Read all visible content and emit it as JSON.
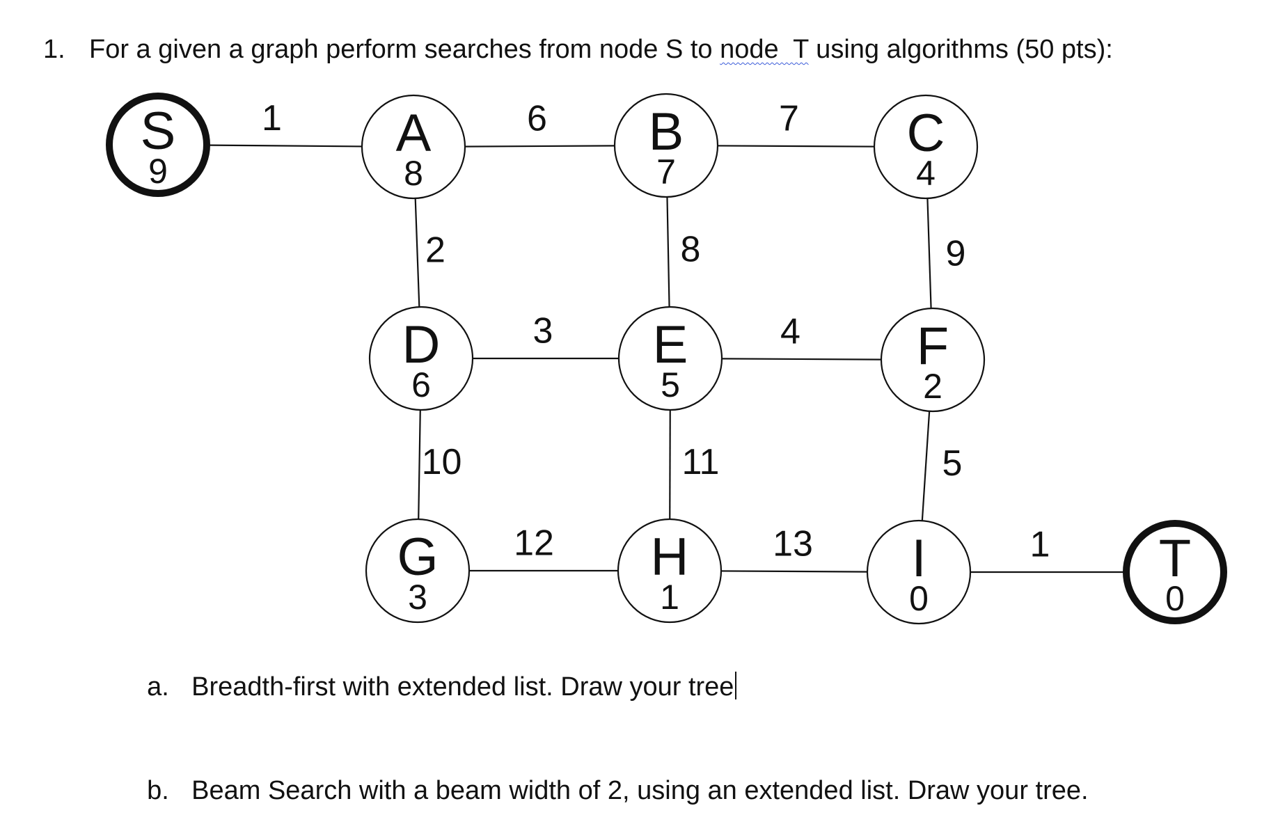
{
  "question": {
    "number": "1.",
    "text_before": "For a given a graph perform searches from node S to ",
    "text_squiggle": "node  T",
    "text_after": " using algorithms (50 pts):"
  },
  "graph": {
    "nodes": [
      {
        "id": "S",
        "label": "S",
        "h": "9",
        "endpoint": true
      },
      {
        "id": "A",
        "label": "A",
        "h": "8",
        "endpoint": false
      },
      {
        "id": "B",
        "label": "B",
        "h": "7",
        "endpoint": false
      },
      {
        "id": "C",
        "label": "C",
        "h": "4",
        "endpoint": false
      },
      {
        "id": "D",
        "label": "D",
        "h": "6",
        "endpoint": false
      },
      {
        "id": "E",
        "label": "E",
        "h": "5",
        "endpoint": false
      },
      {
        "id": "F",
        "label": "F",
        "h": "2",
        "endpoint": false
      },
      {
        "id": "G",
        "label": "G",
        "h": "3",
        "endpoint": false
      },
      {
        "id": "H",
        "label": "H",
        "h": "1",
        "endpoint": false
      },
      {
        "id": "I",
        "label": "I",
        "h": "0",
        "endpoint": false
      },
      {
        "id": "T",
        "label": "T",
        "h": "0",
        "endpoint": true
      }
    ],
    "edges": [
      {
        "from": "S",
        "to": "A",
        "w": "1"
      },
      {
        "from": "A",
        "to": "B",
        "w": "6"
      },
      {
        "from": "B",
        "to": "C",
        "w": "7"
      },
      {
        "from": "A",
        "to": "D",
        "w": "2"
      },
      {
        "from": "B",
        "to": "E",
        "w": "8"
      },
      {
        "from": "C",
        "to": "F",
        "w": "9"
      },
      {
        "from": "D",
        "to": "E",
        "w": "3"
      },
      {
        "from": "E",
        "to": "F",
        "w": "4"
      },
      {
        "from": "D",
        "to": "G",
        "w": "10"
      },
      {
        "from": "E",
        "to": "H",
        "w": "11"
      },
      {
        "from": "F",
        "to": "I",
        "w": "5"
      },
      {
        "from": "G",
        "to": "H",
        "w": "12"
      },
      {
        "from": "H",
        "to": "I",
        "w": "13"
      },
      {
        "from": "I",
        "to": "T",
        "w": "1"
      }
    ]
  },
  "subquestions": [
    {
      "letter": "a.",
      "text": "Breadth-first with extended list. Draw your tree"
    },
    {
      "letter": "b.",
      "text": "Beam Search with a beam width of 2, using an extended list. Draw your tree."
    }
  ]
}
